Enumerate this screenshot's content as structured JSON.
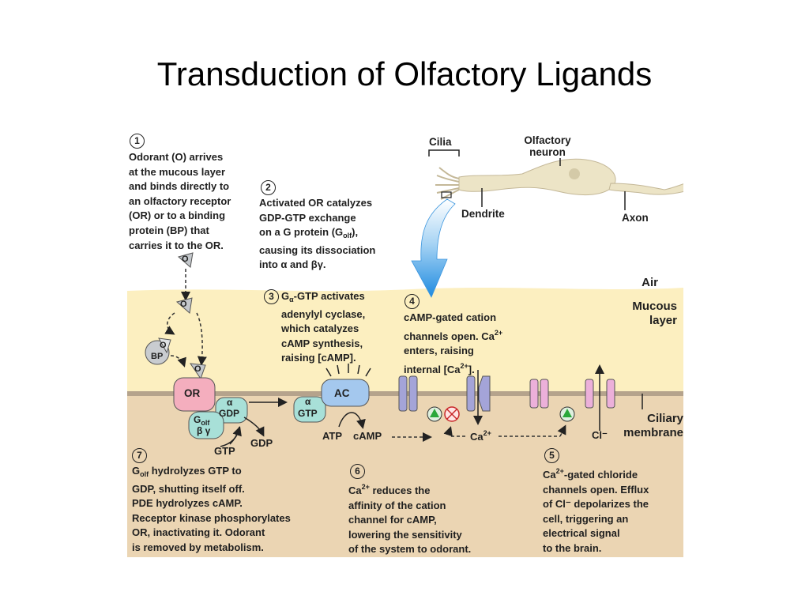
{
  "slide": {
    "title": "Transduction of Olfactory Ligands"
  },
  "neuron": {
    "cilia": "Cilia",
    "olfactory_neuron": [
      "Olfactory",
      "neuron"
    ],
    "dendrite": "Dendrite",
    "axon": "Axon"
  },
  "regions": {
    "air": "Air",
    "mucous_layer": [
      "Mucous",
      "layer"
    ],
    "ciliary_membrane": [
      "Ciliary",
      "membrane"
    ]
  },
  "molecules": {
    "o": "O",
    "bp": "BP",
    "or": "OR",
    "g": "G",
    "olf": "olf",
    "alpha": "α",
    "beta_gamma": "β γ",
    "gdp": "GDP",
    "gtp": "GTP",
    "ac": "AC",
    "atp": "ATP",
    "camp": "cAMP",
    "ca2": "Ca",
    "two_plus": "2+",
    "cl_minus": "Cl⁻"
  },
  "steps": {
    "s1": {
      "num": "1",
      "lines": [
        "Odorant (O) arrives",
        "at the mucous layer",
        "and binds directly to",
        "an olfactory receptor",
        "(OR) or to a binding",
        "protein (BP) that",
        "carries it to the OR."
      ]
    },
    "s2": {
      "num": "2",
      "lines": [
        "Activated OR catalyzes",
        "GDP-GTP exchange"
      ],
      "line3a": "on a G protein (G",
      "line3b": "olf",
      "line3c": "),",
      "line4": "causing its dissociation",
      "line5": "into α and βγ."
    },
    "s3": {
      "num": "3",
      "line1a": "G",
      "line1b": "α",
      "line1c": "-GTP activates",
      "lines": [
        "adenylyl cyclase,",
        "which catalyzes",
        "cAMP synthesis,",
        "raising [cAMP]."
      ]
    },
    "s4": {
      "num": "4",
      "lines": [
        "cAMP-gated cation"
      ],
      "line2a": "channels open. Ca",
      "line2b": "2+",
      "line3": "enters, raising",
      "line4a": "internal [Ca",
      "line4b": "2+",
      "line4c": "]."
    },
    "s5": {
      "num": "5",
      "line1a": "Ca",
      "line1b": "2+",
      "line1c": "-gated chloride",
      "lines": [
        "channels open. Efflux",
        "of Cl⁻ depolarizes the",
        "cell, triggering an",
        "electrical signal",
        "to the brain."
      ]
    },
    "s6": {
      "num": "6",
      "line1a": "Ca",
      "line1b": "2+",
      "line1c": " reduces the",
      "lines": [
        "affinity of the cation",
        "channel for cAMP,",
        "lowering the sensitivity",
        "of the system to odorant."
      ]
    },
    "s7": {
      "num": "7",
      "line1a": "G",
      "line1b": "olf",
      "line1c": " hydrolyzes GTP to",
      "lines": [
        "GDP, shutting itself off.",
        "PDE hydrolyzes cAMP.",
        "Receptor kinase phosphorylates",
        "OR, inactivating it. Odorant",
        "is removed by metabolism."
      ]
    }
  }
}
